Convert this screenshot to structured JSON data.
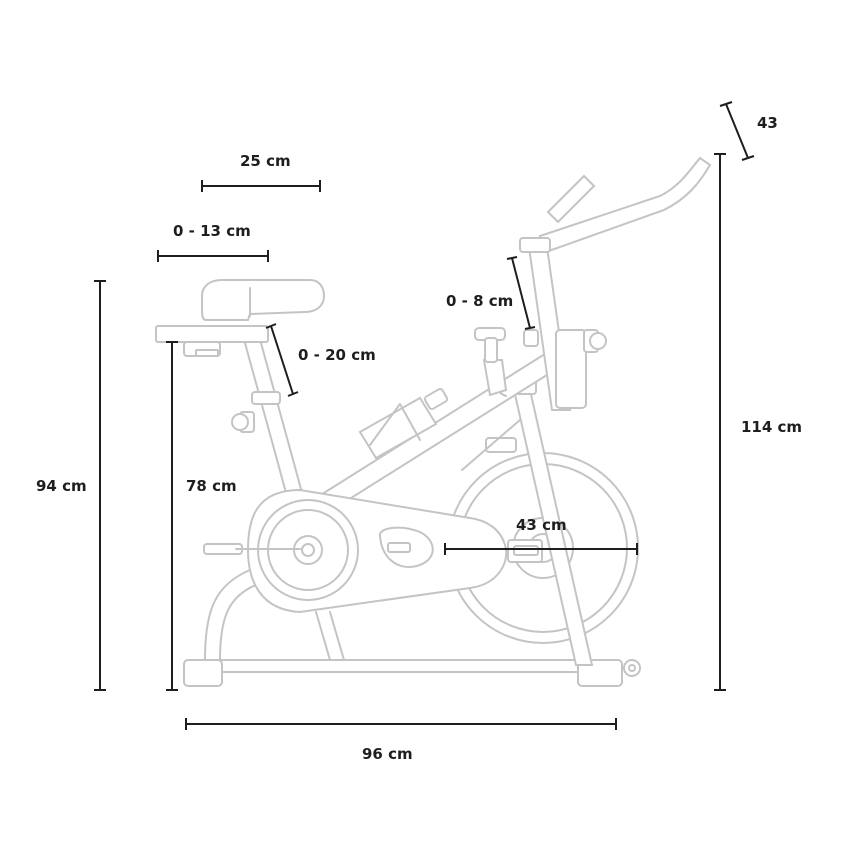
{
  "dimensions": {
    "seat_length": "25 cm",
    "seat_horizontal_adjust": "0 - 13 cm",
    "seat_vertical_adjust": "0 - 20 cm",
    "handlebar_adjust": "0 - 8 cm",
    "handlebar_depth": "43",
    "max_height": "114 cm",
    "seat_max_height": "94 cm",
    "seat_min_height": "78 cm",
    "flywheel": "43 cm",
    "length": "96 cm"
  },
  "colors": {
    "bike_outline": "#c4c4c4",
    "dimension_lines": "#1e1e1e"
  }
}
